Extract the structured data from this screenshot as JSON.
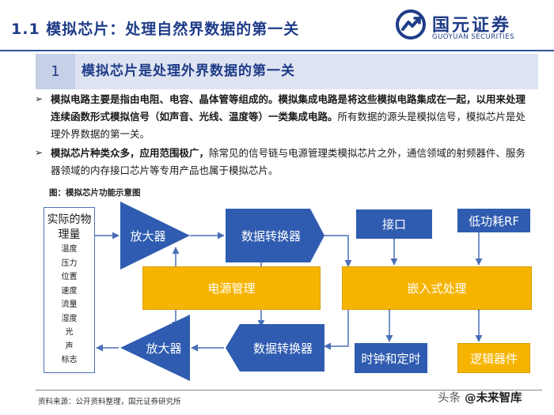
{
  "header": {
    "title": "1.1 模拟芯片：处理自然界数据的第一关",
    "logo_cn": "国元证券",
    "logo_en": "GUOYUAN SECURITIES",
    "brand_color": "#1f3c88"
  },
  "section": {
    "number": "1",
    "title": "模拟芯片是处理外界数据的第一关"
  },
  "bullets": [
    {
      "marker": "➢",
      "bold": "模拟电路主要是指由电阻、电容、晶体管等组成的。模拟集成电路是将这些模拟电路集成在一起，以用来处理连续函数形式模拟信号（如声音、光线、温度等）一类集成电路。",
      "text": "所有数据的源头是模拟信号，模拟芯片是处理外界数据的第一关。"
    },
    {
      "marker": "➢",
      "bold": "模拟芯片种类众多，应用范围极广，",
      "text": "除常见的信号链与电源管理类模拟芯片之外，通信领域的射频器件、服务器领域的内存接口芯片等专用产品也属于模拟芯片。"
    }
  ],
  "figure": {
    "caption": "图：模拟芯片功能示意图",
    "sensor_title": "实际的物理量",
    "sensor_items": [
      "温度",
      "压力",
      "位置",
      "速度",
      "流量",
      "湿度",
      "光",
      "声",
      "标志"
    ],
    "amp_in": "放大器",
    "adc": "数据转换器",
    "interface": "接口",
    "rf": "低功耗RF",
    "power": "电源管理",
    "embedded": "嵌入式处理",
    "amp_out": "放大器",
    "dac": "数据转换器",
    "clock": "时钟和定时",
    "logic": "逻辑器件",
    "colors": {
      "blue": "#2f5cb0",
      "orange": "#f6b400",
      "line": "#4a6fb8"
    }
  },
  "footer": {
    "source": "资料来源：公开资料整理，国元证券研究所",
    "watermark_prefix": "头条",
    "watermark_main": "@未来智库"
  }
}
